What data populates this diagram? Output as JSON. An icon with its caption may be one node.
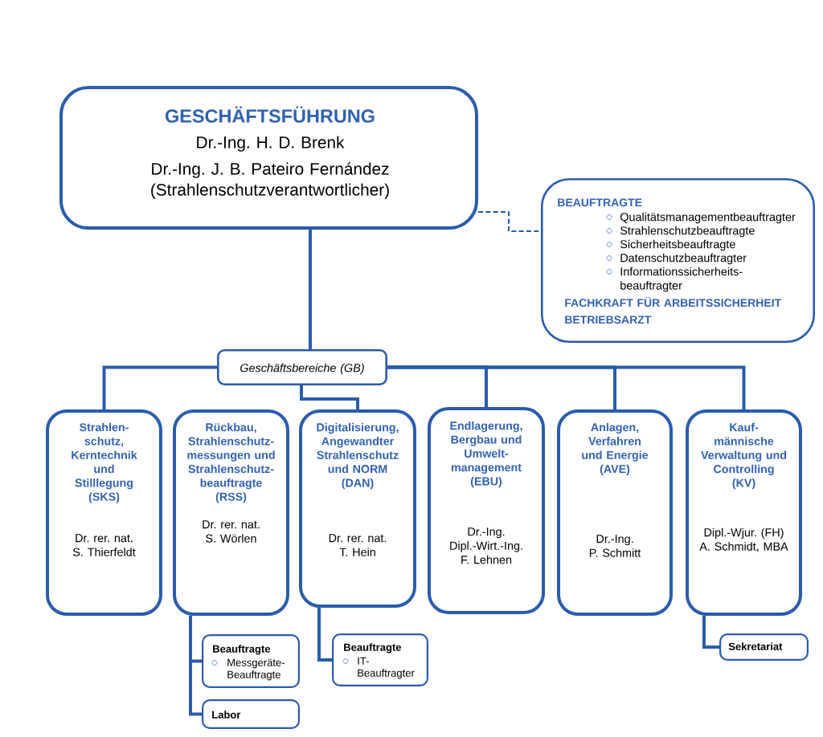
{
  "diagram": {
    "nodes": [
      {
        "text": [
          "GESCHÄFTSFÜHRUNG",
          "Dr.-Ing. H. D. Brenk",
          "Dr.-Ing. J. B. Pateiro Fernández (Strahlenschutzverantwortlicher)"
        ]
      },
      {
        "text": [
          "BEAUFTRAGTE",
          "Qualitätsmanagementbeauftragter",
          "Strahlenschutzbeauftragte",
          "Sicherheitsbeauftragte",
          "Datenschutzbeauftragter",
          "Informationssicherheits- beauftragter",
          "FACHKRAFT FÜR ARBEITSSICHERHEIT",
          "BETRIEBSARZT"
        ]
      },
      {
        "text": [
          "Geschäftsbereiche (GB)"
        ]
      },
      {
        "text": [
          "Strahlen- schutz, Kerntechnik und Stilllegung (SKS)",
          "Dr. rer. nat. S. Thierfeldt"
        ]
      },
      {
        "text": [
          "Rückbau, Strahlenschutz- messungen und Strahlenschutz- beauftragte (RSS)",
          "Dr. rer. nat. S. Wörlen"
        ]
      },
      {
        "text": [
          "Digitalisierung, Angewandter Strahlenschutz und NORM (DAN)",
          "Dr. rer. nat. T. Hein"
        ]
      },
      {
        "text": [
          "Endlagerung, Bergbau und Umwelt- management (EBU)",
          "Dr.-Ing. Dipl.-Wirt.-Ing. F. Lehnen"
        ]
      },
      {
        "text": [
          "Anlagen, Verfahren und Energie (AVE)",
          "Dr.-Ing. P. Schmitt"
        ]
      },
      {
        "text": [
          "Kauf- männische Verwaltung und Controlling (KV)",
          "Dipl.-Wjur. (FH) A. Schmidt, MBA"
        ]
      },
      {
        "text": [
          "Beauftragte",
          "Messgeräte- Beauftragte"
        ]
      },
      {
        "text": [
          "Beauftragte",
          "IT- Beauftragter"
        ]
      },
      {
        "text": [
          "Sekretariat"
        ]
      },
      {
        "text": [
          "Labor"
        ]
      }
    ],
    "edges": [
      {
        "from": 0,
        "to": 2,
        "arrow": "none"
      },
      {
        "from": 0,
        "to": 1,
        "arrow": "none",
        "style": "dashed"
      },
      {
        "from": 2,
        "to": 3,
        "arrow": "none"
      },
      {
        "from": 2,
        "to": 5,
        "arrow": "none"
      },
      {
        "from": 2,
        "to": 6,
        "arrow": "none"
      },
      {
        "from": 2,
        "to": 7,
        "arrow": "none"
      },
      {
        "from": 2,
        "to": 8,
        "arrow": "none"
      },
      {
        "from": 4,
        "to": 9,
        "arrow": "none"
      },
      {
        "from": 4,
        "to": 12,
        "arrow": "none"
      },
      {
        "from": 5,
        "to": 10,
        "arrow": "none"
      },
      {
        "from": 8,
        "to": 11,
        "arrow": "none"
      }
    ]
  }
}
